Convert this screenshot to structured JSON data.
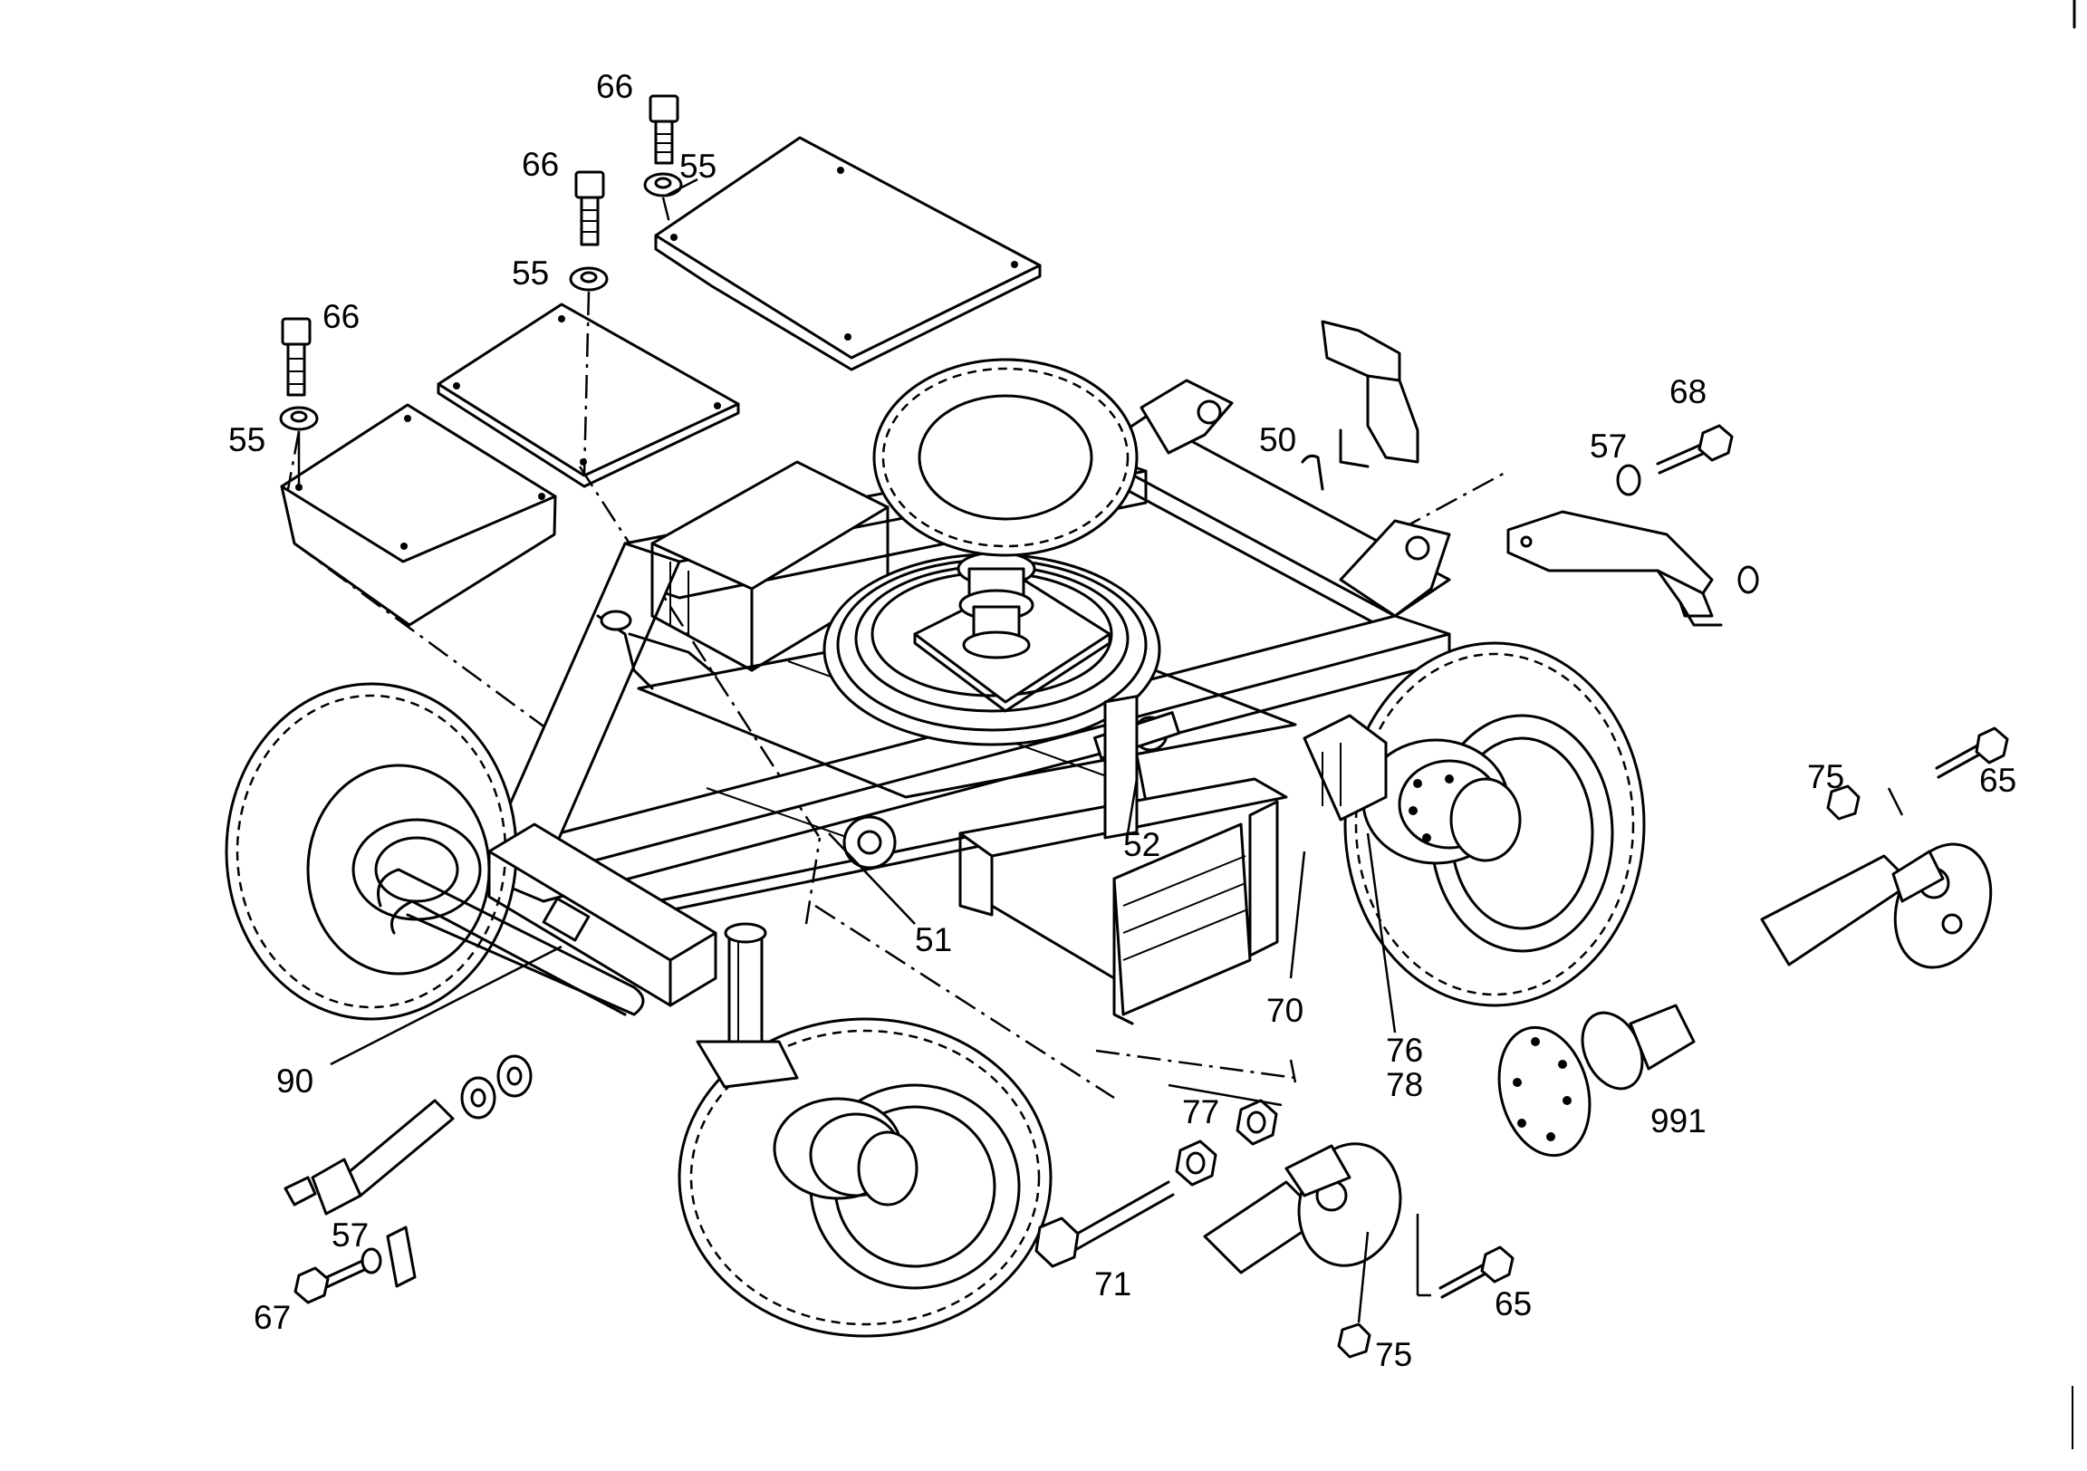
{
  "labels": {
    "l66a": "66",
    "l66b": "66",
    "l66c": "66",
    "l55a": "55",
    "l55b": "55",
    "l55c": "55",
    "l50": "50",
    "l57a": "57",
    "l68": "68",
    "l52": "52",
    "l51": "51",
    "l75a": "75",
    "l65a": "65",
    "l70": "70",
    "l76": "76",
    "l78": "78",
    "l90": "90",
    "l77": "77",
    "l991": "991",
    "l57b": "57",
    "l67": "67",
    "l71": "71",
    "l65b": "65",
    "l75b": "75"
  }
}
